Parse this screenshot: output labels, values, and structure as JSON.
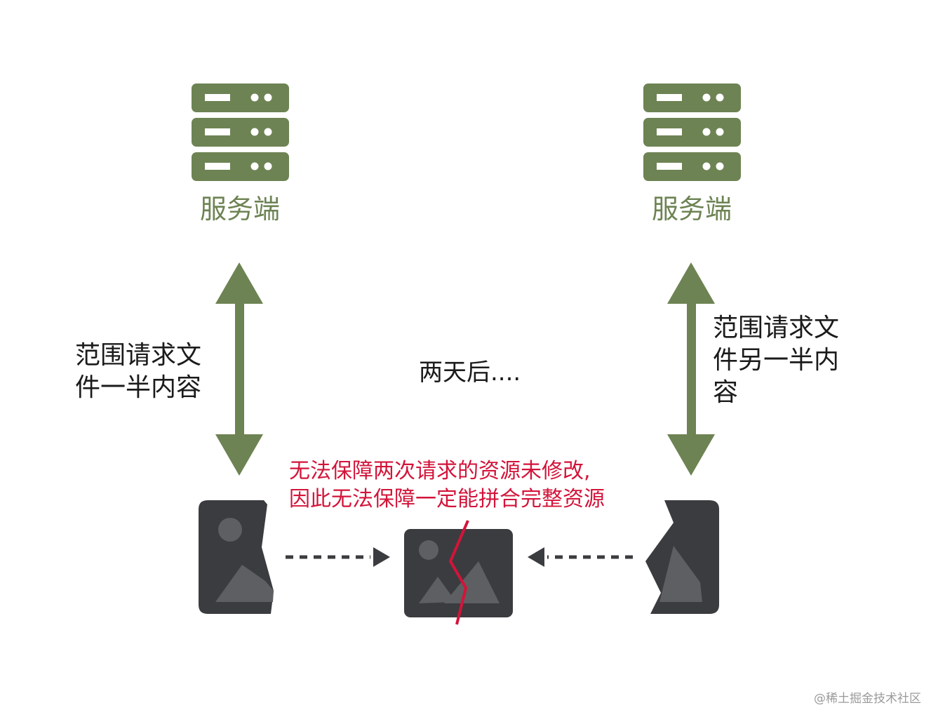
{
  "colors": {
    "server": "#6d8353",
    "server_detail": "#ffffff",
    "arrow": "#6d8353",
    "image_body": "#3b3c3f",
    "image_mark": "#5e5f62",
    "crack": "#d3143a",
    "dashed_arrow": "#3b3c3f",
    "warning_text": "#d3143a",
    "text": "#1b1b1b"
  },
  "left": {
    "server_icon": "server-rack-icon",
    "server_label": "服务端",
    "request_label_line1": "范围请求文",
    "request_label_line2": "件一半内容",
    "fragment_icon": "image-fragment-left-icon"
  },
  "right": {
    "server_icon": "server-rack-icon",
    "server_label": "服务端",
    "request_label_line1": "范围请求文",
    "request_label_line2": "件另一半内",
    "request_label_line3": "容",
    "fragment_icon": "image-fragment-right-icon"
  },
  "middle": {
    "time_note": "两天后....",
    "warning_line1": "无法保障两次请求的资源未修改,",
    "warning_line2": "因此无法保障一定能拼合完整资源",
    "merged_icon": "broken-image-icon"
  },
  "watermark": "@稀土掘金技术社区"
}
